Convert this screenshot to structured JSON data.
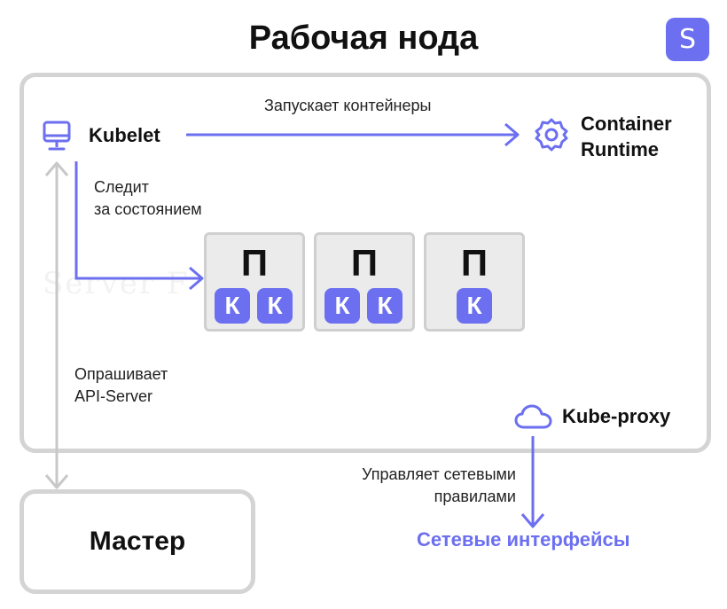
{
  "title": "Рабочая нода",
  "logo_letter": "S",
  "watermark": "Server F",
  "kubelet": {
    "label": "Kubelet",
    "icon": "monitor-icon"
  },
  "container_runtime": {
    "line1": "Container",
    "line2": "Runtime",
    "icon": "gear-icon"
  },
  "kube_proxy": {
    "label": "Kube-proxy",
    "icon": "cloud-icon"
  },
  "arrows": {
    "launches": "Запускает контейнеры",
    "watches_line1": "Следит",
    "watches_line2": "за состоянием",
    "polls_line1": "Опрашивает",
    "polls_line2": "API-Server",
    "manages_line1": "Управляет сетевыми",
    "manages_line2": "правилами"
  },
  "pods": [
    {
      "letter": "П",
      "containers": [
        "К",
        "К"
      ]
    },
    {
      "letter": "П",
      "containers": [
        "К",
        "К"
      ]
    },
    {
      "letter": "П",
      "containers": [
        "К"
      ]
    }
  ],
  "master": "Мастер",
  "network": "Сетевые интерфейсы",
  "colors": {
    "accent": "#6b6ff0",
    "border": "#d4d4d4",
    "pod_bg": "#ebebeb",
    "bidir_line": "#c8c8c8"
  }
}
